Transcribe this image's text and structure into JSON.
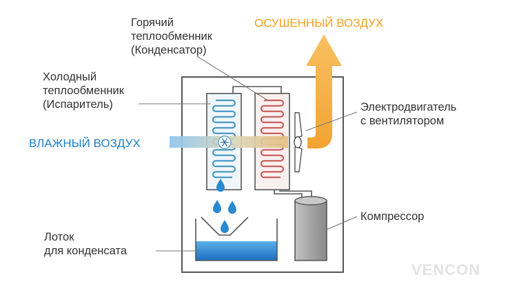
{
  "labels": {
    "hot_exchanger": [
      "Горячий",
      "теплообменник",
      "(Конденсатор)"
    ],
    "cold_exchanger": [
      "Холодный",
      "теплообменник",
      "(Испаритель)"
    ],
    "dry_air": "ОСУШЕННЫЙ ВОЗДУХ",
    "humid_air": "ВЛАЖНЫЙ ВОЗДУХ",
    "motor_fan": [
      "Электродвигатель",
      "с вентилятором"
    ],
    "compressor": "Компрессор",
    "tray": [
      "Лоток",
      "для конденсата"
    ]
  },
  "watermark": "VENCON",
  "colors": {
    "outline": "#555555",
    "pointer": "#777777",
    "cold_coil": "#4a9ac8",
    "hot_coil": "#c8615e",
    "dry_air": "#f5a020",
    "humid_air": "#1e7fc2",
    "water": "#1e88d0",
    "compressor": "#aaaaaa"
  }
}
